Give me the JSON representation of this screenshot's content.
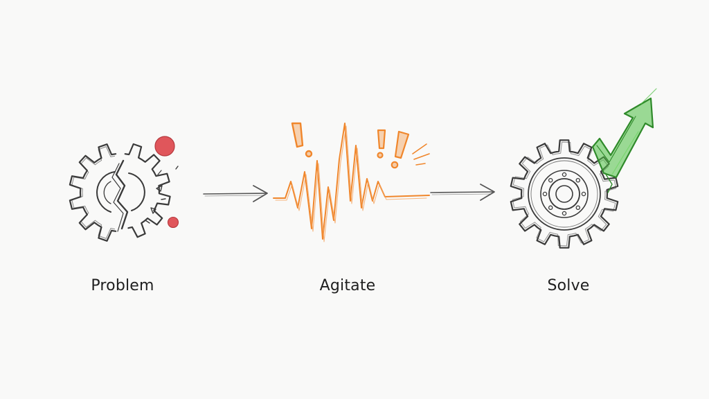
{
  "steps": [
    {
      "label": "Problem",
      "icon": "broken-gear-icon",
      "accent": "#e0565b"
    },
    {
      "label": "Agitate",
      "icon": "alert-waveform-icon",
      "accent": "#f0862b"
    },
    {
      "label": "Solve",
      "icon": "gear-with-up-arrow-icon",
      "accent": "#3cb034"
    }
  ],
  "connectors": [
    {
      "from": "Problem",
      "to": "Agitate",
      "icon": "arrow-right-icon"
    },
    {
      "from": "Agitate",
      "to": "Solve",
      "icon": "arrow-right-icon"
    }
  ],
  "colors": {
    "ink": "#3a3a3a",
    "background": "#f9f9f8"
  }
}
